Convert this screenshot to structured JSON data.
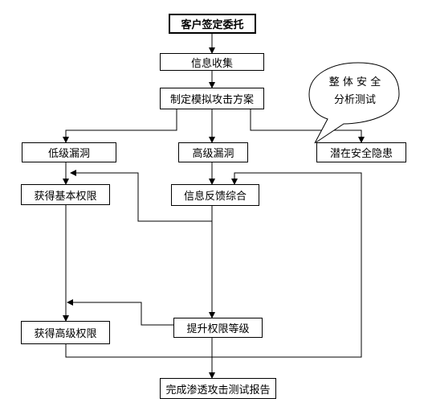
{
  "nodes": {
    "client_commission": "客户签定委托",
    "info_collect": "信息收集",
    "plan": "制定模拟攻击方案",
    "low_vuln": "低级漏洞",
    "high_vuln": "高级漏洞",
    "potential_risk": "潜在安全隐患",
    "basic_perm": "获得基本权限",
    "info_feedback": "信息反馈综合",
    "high_perm": "获得高级权限",
    "raise_perm": "提升权限等级",
    "report": "完成渗透攻击测试报告"
  },
  "callout": {
    "line1": "整 体 安 全",
    "line2": "分析测试"
  }
}
